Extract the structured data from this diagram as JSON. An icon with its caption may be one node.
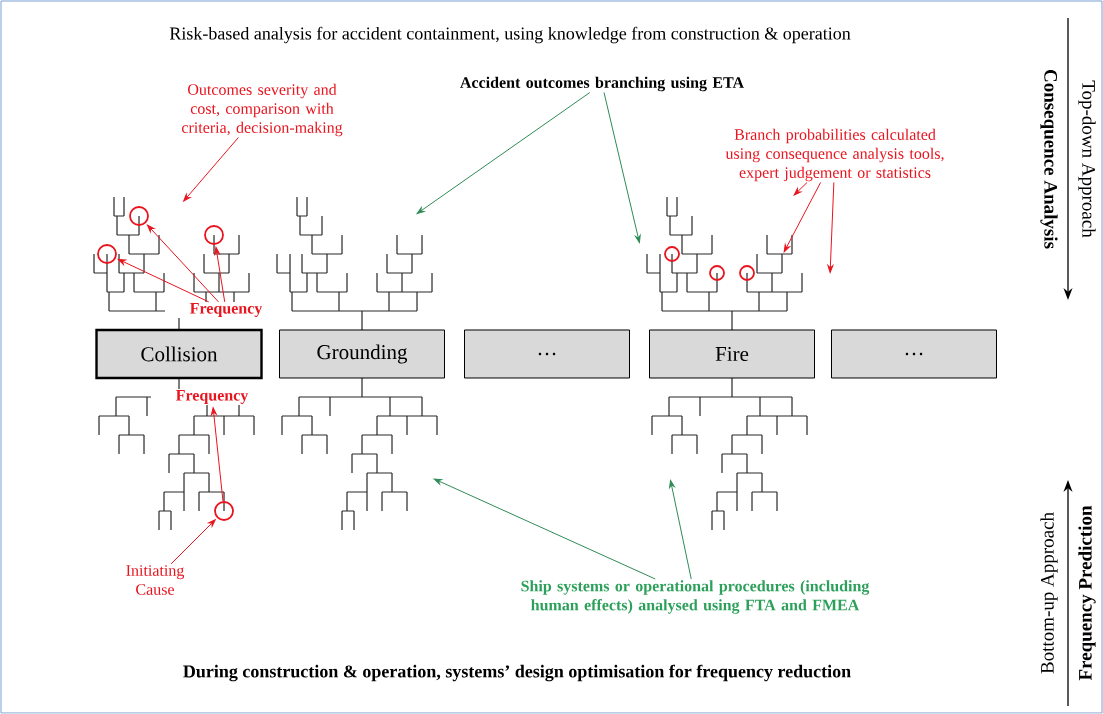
{
  "diagram": {
    "title": "Risk-based analysis for accident containment, using knowledge from construction & operation",
    "caption": "During construction & operation, systems’ design optimisation for frequency reduction",
    "nodes": [
      {
        "text": [
          "Collision"
        ]
      },
      {
        "text": [
          "Grounding"
        ]
      },
      {
        "text": [
          "…"
        ]
      },
      {
        "text": [
          "Fire"
        ]
      },
      {
        "text": [
          "…"
        ]
      },
      {
        "text": [
          "Outcomes severity and cost, comparison with criteria, decision-making"
        ]
      },
      {
        "text": [
          "Accident outcomes branching using ETA"
        ]
      },
      {
        "text": [
          "Branch probabilities calculated using consequence analysis tools, expert judgement or statistics"
        ]
      },
      {
        "text": [
          "Frequency"
        ]
      },
      {
        "text": [
          "Frequency"
        ]
      },
      {
        "text": [
          "Initiating Cause"
        ]
      },
      {
        "text": [
          "Ship systems or operational procedures (including human effects) analysed using FTA and FMEA"
        ]
      },
      {
        "text": [],
        "shape": "circle",
        "in": 19
      },
      {
        "text": [],
        "shape": "circle",
        "in": 19
      },
      {
        "text": [],
        "shape": "circle",
        "in": 19
      },
      {
        "text": [],
        "shape": "circle",
        "in": 21
      },
      {
        "text": [],
        "shape": "circle",
        "in": 21
      },
      {
        "text": [],
        "shape": "circle",
        "in": 21
      },
      {
        "text": [],
        "shape": "circle",
        "in": 22
      },
      {
        "text": [],
        "shape": "tree"
      },
      {
        "text": [],
        "shape": "tree"
      },
      {
        "text": [],
        "shape": "tree"
      },
      {
        "text": [],
        "shape": "tree"
      },
      {
        "text": [],
        "shape": "tree"
      },
      {
        "text": [],
        "shape": "tree"
      }
    ],
    "edges": [
      {
        "from": 5,
        "to": 19,
        "arrow": "to"
      },
      {
        "from": 6,
        "to": 20,
        "arrow": "to",
        "color": "#2e8b57"
      },
      {
        "from": 6,
        "to": 21,
        "arrow": "to",
        "color": "#2e8b57"
      },
      {
        "from": 7,
        "to": 21,
        "arrow": "to"
      },
      {
        "from": 7,
        "to": 21,
        "arrow": "to"
      },
      {
        "from": 7,
        "to": 21,
        "arrow": "to"
      },
      {
        "from": 8,
        "to": 12,
        "arrow": "to"
      },
      {
        "from": 8,
        "to": 13,
        "arrow": "to"
      },
      {
        "from": 8,
        "to": 14,
        "arrow": "to"
      },
      {
        "from": 10,
        "to": 18,
        "arrow": "to"
      },
      {
        "from": 18,
        "to": 9,
        "arrow": "to"
      },
      {
        "from": 11,
        "to": 23,
        "arrow": "to",
        "color": "#2e8b57"
      },
      {
        "from": 11,
        "to": 24,
        "arrow": "to",
        "color": "#2e8b57"
      }
    ],
    "labels": [
      "Top-down Approach",
      "Consequence Analysis",
      "Bottom-up Approach",
      "Frequency Prediction"
    ]
  }
}
